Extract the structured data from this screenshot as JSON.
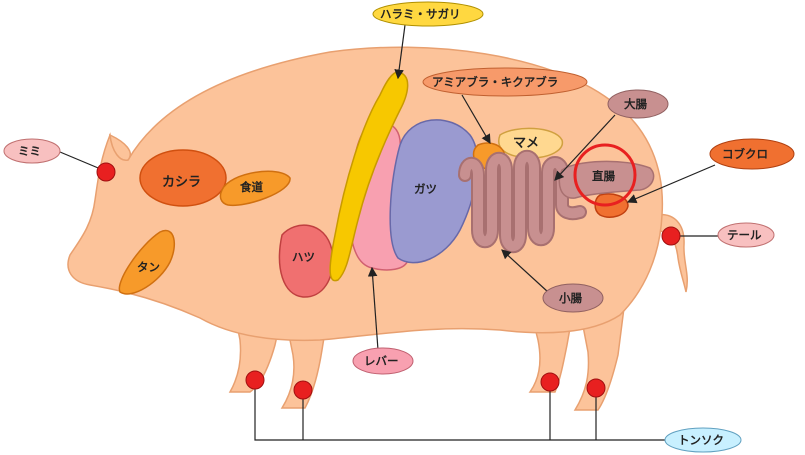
{
  "organs": {
    "kashira": "カシラ",
    "shokudo": "食道",
    "tan": "タン",
    "hatsu": "ハツ",
    "gatsu": "ガツ",
    "mame": "マメ",
    "chokucho": "直腸"
  },
  "callouts": {
    "mimi": "ミミ",
    "harami_sagari": "ハラミ・サガリ",
    "amiabura_kikuabura": "アミアブラ・キクアブラ",
    "daicho": "大腸",
    "kobukuro": "コブクロ",
    "teru": "テール",
    "shocho": "小腸",
    "reba": "レバー",
    "tonsoku": "トンソク"
  },
  "colors": {
    "body": "#fcc39a",
    "outline": "#e8a070",
    "kashira": "#f07030",
    "orange_part": "#f79a2a",
    "harami": "#f7c800",
    "liver": "#f8a0b0",
    "gatsu": "#9a9ad0",
    "intestine": "#c89090",
    "mame": "#ffd890",
    "hatsu": "#f07070",
    "dot": "#e82020",
    "label_pink": "#f8c0c0",
    "label_cyan": "#c8f0ff",
    "label_yellow": "#ffd840"
  }
}
